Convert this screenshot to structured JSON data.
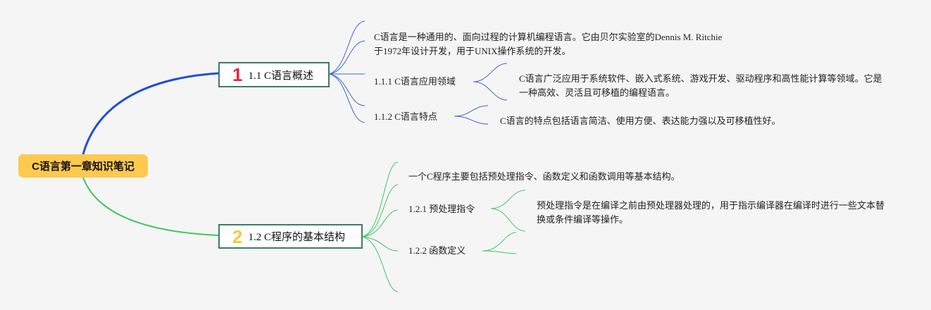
{
  "root": {
    "title": "C语言第一章知识笔记"
  },
  "topics": [
    {
      "number": "1",
      "title": "1.1 C语言概述",
      "intro": "C语言是一种通用的、面向过程的计算机编程语言。它由贝尔实验室的Dennis M. Ritchie于1972年设计开发，用于UNIX操作系统的开发。",
      "subs": [
        {
          "title": "1.1.1 C语言应用领域",
          "detail": "C语言广泛应用于系统软件、嵌入式系统、游戏开发、驱动程序和高性能计算等领域。它是一种高效、灵活且可移植的编程语言。"
        },
        {
          "title": "1.1.2 C语言特点",
          "detail": "C语言的特点包括语言简洁、使用方便、表达能力强以及可移植性好。"
        }
      ]
    },
    {
      "number": "2",
      "title": "1.2 C程序的基本结构",
      "intro": "一个C程序主要包括预处理指令、函数定义和函数调用等基本结构。",
      "subs": [
        {
          "title": "1.2.1 预处理指令",
          "detail": "预处理指令是在编译之前由预处理器处理的，用于指示编译器在编译时进行一些文本替换或条件编译等操作。"
        },
        {
          "title": "1.2.2 函数定义",
          "detail": ""
        }
      ]
    }
  ],
  "colors": {
    "root_fill": "#fdc94f",
    "topic_border": "#3d7a6c",
    "branch1": "#1f4fd6",
    "branch2": "#3ec95a",
    "num1": "#e0284a",
    "num2": "#f7c73d"
  }
}
